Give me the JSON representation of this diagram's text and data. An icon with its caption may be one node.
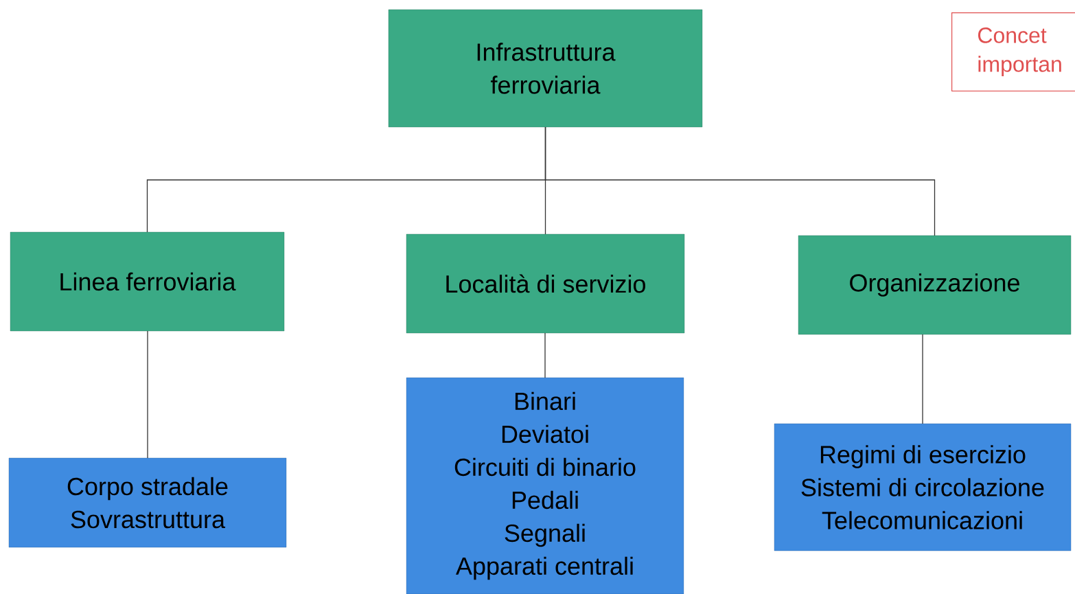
{
  "diagram": {
    "nodes": [
      {
        "text": [
          "Infrastruttura ferroviaria"
        ]
      },
      {
        "text": [
          "Linea ferroviaria"
        ]
      },
      {
        "text": [
          "Località di servizio"
        ]
      },
      {
        "text": [
          "Organizzazione"
        ]
      },
      {
        "text": [
          "Corpo stradale",
          "Sovrastruttura"
        ]
      },
      {
        "text": [
          "Binari",
          "Deviatoi",
          "Circuiti di binario",
          "Pedali",
          "Segnali",
          "Apparati centrali"
        ]
      },
      {
        "text": [
          "Regimi di esercizio",
          "Sistemi di circolazione",
          "Telecomunicazioni"
        ]
      },
      {
        "text": [
          "Concet",
          "importan"
        ]
      }
    ],
    "edges": [
      {
        "from": 0,
        "to": 1,
        "arrow": "none"
      },
      {
        "from": 0,
        "to": 2,
        "arrow": "none"
      },
      {
        "from": 0,
        "to": 3,
        "arrow": "none"
      },
      {
        "from": 1,
        "to": 4,
        "arrow": "none"
      },
      {
        "from": 2,
        "to": 5,
        "arrow": "none"
      },
      {
        "from": 3,
        "to": 6,
        "arrow": "none"
      }
    ]
  }
}
